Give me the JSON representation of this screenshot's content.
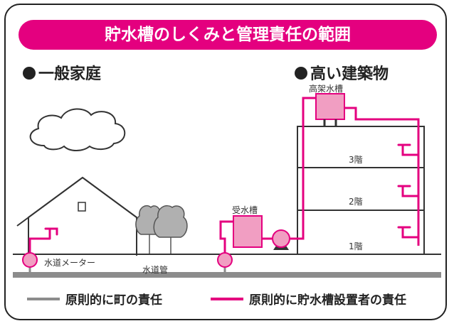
{
  "title": "貯水槽のしくみと管理責任の範囲",
  "sections": {
    "household": "一般家庭",
    "building": "高い建築物"
  },
  "labels": {
    "elevated_tank": "高架水槽",
    "receiving_tank": "受水槽",
    "water_meter": "水道メーター",
    "water_main": "水道管",
    "floor3": "3階",
    "floor2": "2階",
    "floor1": "1階"
  },
  "legend": [
    {
      "label": "原則的に町の責任",
      "color": "#8c8c8c"
    },
    {
      "label": "原則的に貯水槽設置者の責任",
      "color": "#e4007f"
    }
  ],
  "colors": {
    "accent": "#e4007f",
    "tank_fill": "#f19ec2",
    "main_pipe": "#8c8c8c"
  }
}
